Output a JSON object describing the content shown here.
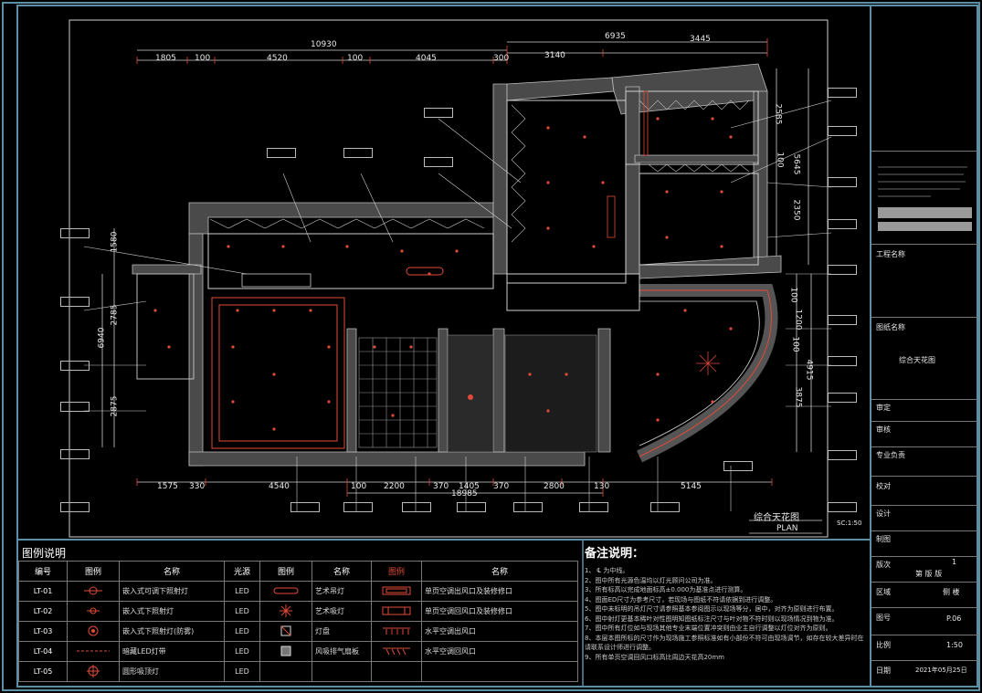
{
  "plan": {
    "title": "综合天花图",
    "subtitle": "PLAN",
    "scale": "SC:1:50",
    "dims_top_row1": [
      "1805",
      "100",
      "4520",
      "100",
      "4045",
      "300",
      "3140",
      "3445"
    ],
    "dims_top_row2": [
      "10930",
      "6935"
    ],
    "dims_bottom_row1": [
      "1575",
      "330",
      "4540",
      "100",
      "2200",
      "370",
      "1405",
      "370",
      "2800",
      "130",
      "5145"
    ],
    "dims_bottom_row2": [
      "18985"
    ],
    "dims_left": [
      "1580",
      "2785",
      "2875",
      "6940"
    ],
    "dims_right": [
      "2585",
      "100",
      "2350",
      "5645",
      "100",
      "1200",
      "100",
      "3875",
      "4915"
    ]
  },
  "legend": {
    "title": "图例说明",
    "headers": [
      "编号",
      "图例",
      "名称",
      "光源",
      "图例",
      "名称",
      "图例",
      "名称"
    ],
    "rows": [
      {
        "code": "LT-01",
        "name": "嵌入式可调下照射灯",
        "source": "LED",
        "name2": "艺术吊灯",
        "name3": "单页空调出风口及装修修口"
      },
      {
        "code": "LT-02",
        "name": "嵌入式下照射灯",
        "source": "LED",
        "name2": "艺术吸灯",
        "name3": "单页空调回风口及装修修口"
      },
      {
        "code": "LT-03",
        "name": "嵌入式下照射灯(防雾)",
        "source": "LED",
        "name2": "灯盘",
        "name3": "水平空调出风口"
      },
      {
        "code": "LT-04",
        "name": "暗藏LED灯带",
        "source": "LED",
        "name2": "风吸排气扇板",
        "name3": "水平空调回风口"
      },
      {
        "code": "LT-05",
        "name": "圆形吸顶灯",
        "source": "LED",
        "name2": "",
        "name3": ""
      }
    ]
  },
  "notes": {
    "title": "备注说明：",
    "items": [
      "1、  ℄ 为中线。",
      "2、图中所有光源色温均以灯光顾问公司为准。",
      "3、所有标高以完成地面标高±0.000为基准点进行测算。",
      "4、图面ED尺寸为参考尺寸，若现场与图纸不符请依据到进行调整。",
      "5、图中未标明的吊灯尺寸请参照基本参阅图示以现场等分，居中，对齐为原则进行布置。",
      "6、图中射灯更基本稀叶对性图明知图纸标注尺寸与叶对物不符时则以现场情况到物为准。",
      "7、图中所有灯位如与现场其他专业末端位置冲突则由业主自行调整以灯位对齐为原则。",
      "8、本层本图所标的尺寸作为现场施工参照标准如有小部份不符可由现场调节，如存在较大差异时在",
      "     请联系设计师进行调整。",
      "9、所有单页空调回风口标高比周边天花高20mm"
    ]
  },
  "titleblock": {
    "project_label": "工程名称",
    "drawing_label": "图纸名称",
    "drawing_name": "综合天花图",
    "review": "审定",
    "check": "审核",
    "lead": "专业负责",
    "proofread": "校对",
    "design": "设计",
    "draw": "制图",
    "version_label": "版次",
    "version_no": "1",
    "version_row": "第    版    版",
    "area_label": "区域",
    "area_value": "侧 楼",
    "sheet_label": "图号",
    "sheet_value": "P.06",
    "scale_label": "比例",
    "scale_value": "1:50",
    "date_label": "日期",
    "date_value": "2021年05月25日"
  }
}
